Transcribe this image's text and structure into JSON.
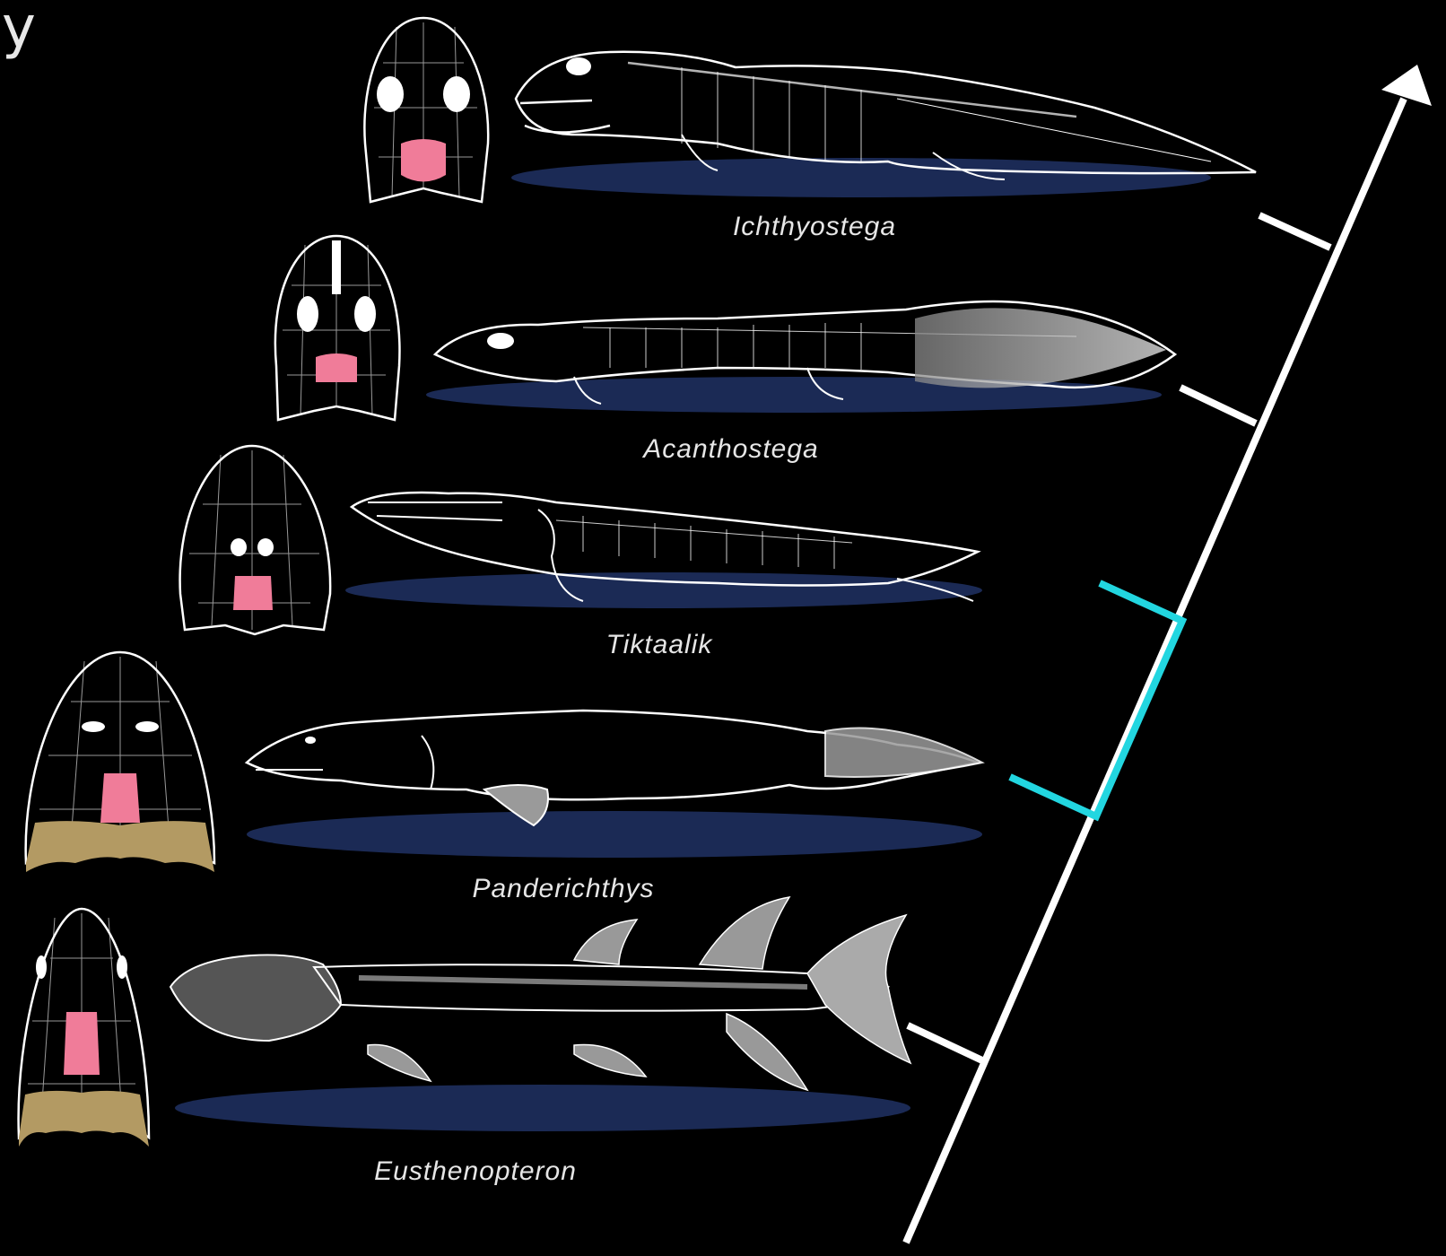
{
  "corner_text": "y",
  "colors": {
    "background": "#000000",
    "line": "#ffffff",
    "highlight": "#22d6e0",
    "skull_pink": "#f07c99",
    "skull_tan": "#b39a63",
    "shadow": "#1b2a55"
  },
  "taxa": [
    {
      "id": "ichthyostega",
      "label": "Ichthyostega"
    },
    {
      "id": "acanthostega",
      "label": "Acanthostega"
    },
    {
      "id": "tiktaalik",
      "label": "Tiktaalik"
    },
    {
      "id": "panderichthys",
      "label": "Panderichthys"
    },
    {
      "id": "eusthenopteron",
      "label": "Eusthenopteron"
    }
  ],
  "highlighted_taxa": [
    "tiktaalik",
    "panderichthys"
  ]
}
